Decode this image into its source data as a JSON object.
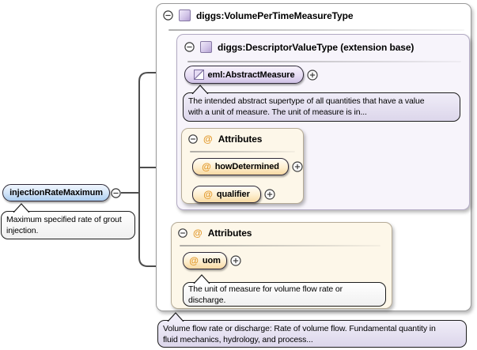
{
  "diagram": {
    "at_symbol": "@",
    "root_type": {
      "title": "diggs:VolumePerTimeMeasureType"
    },
    "extension_base": {
      "title": "diggs:DescriptorValueType (extension base)"
    },
    "abstract_measure": {
      "label": "eml:AbstractMeasure",
      "description_lines": [
        "The intended abstract supertype of all quantities that have a value",
        "with a unit of measure. The unit of measure is in..."
      ]
    },
    "attributes_inherited": {
      "title": "Attributes",
      "items": [
        {
          "name": "howDetermined"
        },
        {
          "name": "qualifier"
        }
      ]
    },
    "attributes_own": {
      "title": "Attributes",
      "items": [
        {
          "name": "uom"
        }
      ],
      "uom_description_lines": [
        "The unit of measure for volume flow rate or",
        "discharge."
      ]
    },
    "element": {
      "label": "injectionRateMaximum",
      "description_lines": [
        "Maximum specified rate of grout",
        "injection."
      ]
    },
    "footnote_lines": [
      "Volume flow rate or discharge: Rate of volume flow. Fundamental quantity in",
      "fluid mechanics, hydrology, and process..."
    ]
  },
  "colors": {
    "element_badge_blue": "#abcdf0",
    "type_badge_lavender": "#cfc0e6",
    "attribute_badge_cream": "#f8d9a2",
    "attribute_at_orange": "#e2992b",
    "panel_purple_bg": "#f7f4fb",
    "panel_cream_bg": "#fdf7e9",
    "callout_lavender_bg": "#dcd6eb",
    "connector_gray": "#4d4d4d"
  }
}
